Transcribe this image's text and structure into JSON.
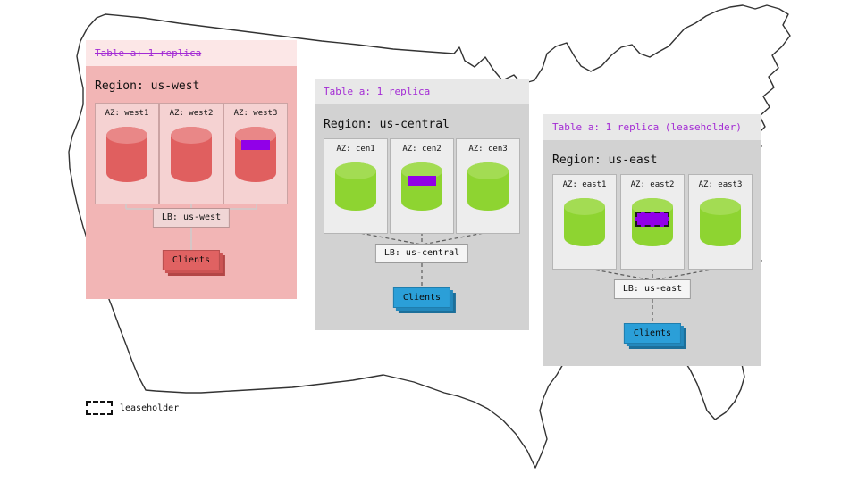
{
  "legend": {
    "label": "leaseholder"
  },
  "regions": [
    {
      "table_label": "Table a: 1 replica",
      "table_label_strikethrough": true,
      "region_label": "Region: us-west",
      "azs": [
        {
          "label": "AZ: west1",
          "replica": false,
          "leaseholder": false
        },
        {
          "label": "AZ: west2",
          "replica": false,
          "leaseholder": false
        },
        {
          "label": "AZ: west3",
          "replica": true,
          "leaseholder": false
        }
      ],
      "lb_label": "LB: us-west",
      "clients_label": "Clients"
    },
    {
      "table_label": "Table a: 1 replica",
      "table_label_strikethrough": false,
      "region_label": "Region: us-central",
      "azs": [
        {
          "label": "AZ: cen1",
          "replica": false,
          "leaseholder": false
        },
        {
          "label": "AZ: cen2",
          "replica": true,
          "leaseholder": false
        },
        {
          "label": "AZ: cen3",
          "replica": false,
          "leaseholder": false
        }
      ],
      "lb_label": "LB: us-central",
      "clients_label": "Clients"
    },
    {
      "table_label": "Table a: 1 replica (leaseholder)",
      "table_label_strikethrough": false,
      "region_label": "Region: us-east",
      "azs": [
        {
          "label": "AZ: east1",
          "replica": false,
          "leaseholder": false
        },
        {
          "label": "AZ: east2",
          "replica": true,
          "leaseholder": true
        },
        {
          "label": "AZ: east3",
          "replica": false,
          "leaseholder": false
        }
      ],
      "lb_label": "LB: us-east",
      "clients_label": "Clients"
    }
  ],
  "colors": {
    "table_label_text": "#A32BD4",
    "replica_chip": "#9100E8",
    "west_cylinder": "#E05F5F",
    "green_cylinder": "#8ED431",
    "clients_red": "#E06262",
    "clients_blue": "#2B9FD8",
    "west_panel": "#F2B5B5",
    "gray_panel": "#D2D2D2"
  }
}
